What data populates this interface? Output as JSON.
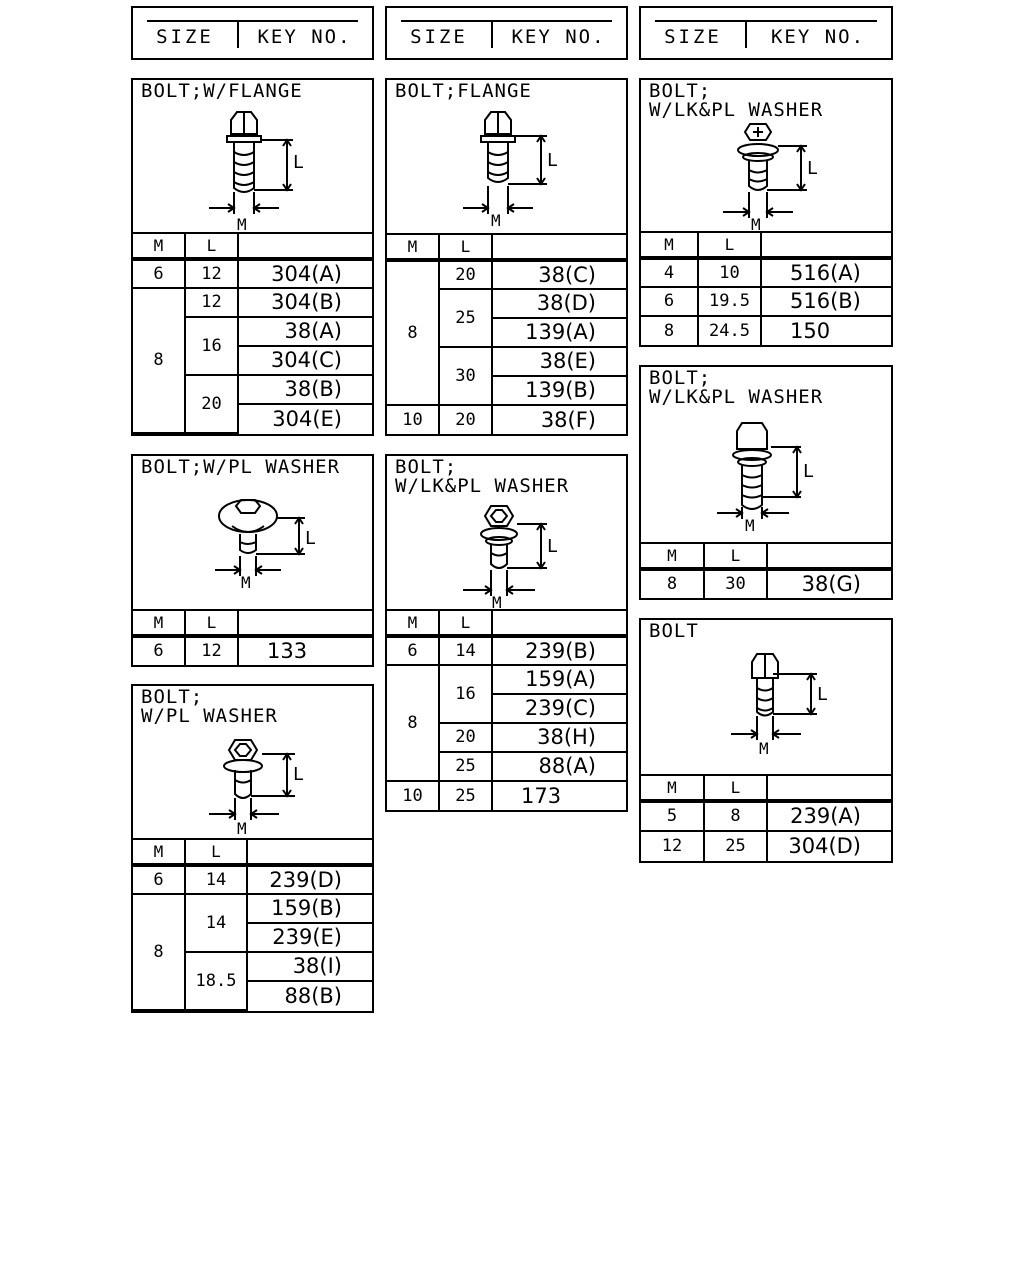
{
  "header": {
    "size_label": "SIZE",
    "key_label": "KEY NO."
  },
  "col_m": "M",
  "col_l": "L",
  "panels": {
    "bolt_w_flange": {
      "title": "BOLT;W/FLANGE",
      "rows": [
        [
          "6",
          "12",
          "304(A)"
        ],
        [
          "8",
          "12",
          "304(B)"
        ],
        [
          "8",
          "16",
          "38(A)"
        ],
        [
          "8",
          "16",
          "304(C)"
        ],
        [
          "8",
          "20",
          "38(B)"
        ],
        [
          "8",
          "20",
          "304(E)"
        ]
      ],
      "cells": {
        "m1": "6",
        "l1": "12",
        "k1": "304(A)",
        "m2": "8",
        "l2": "12",
        "k2": "304(B)",
        "l3": "16",
        "k3": "38(A)",
        "k4": "304(C)",
        "l5": "20",
        "k5": "38(B)",
        "k6": "304(E)"
      }
    },
    "bolt_flange": {
      "title": "BOLT;FLANGE",
      "cells": {
        "m1": "8",
        "l1": "20",
        "k1": "38(C)",
        "l2": "25",
        "k2": "38(D)",
        "k3": "139(A)",
        "l4": "30",
        "k4": "38(E)",
        "k5": "139(B)",
        "m6": "10",
        "l6": "20",
        "k6": "38(F)"
      }
    },
    "bolt_lk_pl_washer_1": {
      "title": "BOLT;\nW/LK&PL WASHER",
      "cells": {
        "m1": "4",
        "l1": "10",
        "k1": "516(A)",
        "m2": "6",
        "l2": "19.5",
        "k2": "516(B)",
        "m3": "8",
        "l3": "24.5",
        "k3": "150"
      }
    },
    "bolt_w_pl_washer": {
      "title": "BOLT;W/PL WASHER",
      "cells": {
        "m1": "6",
        "l1": "12",
        "k1": "133"
      }
    },
    "bolt_lk_pl_washer_2": {
      "title": "BOLT;\nW/LK&PL WASHER",
      "cells": {
        "m1": "6",
        "l1": "14",
        "k1": "239(B)",
        "m2": "8",
        "l2": "16",
        "k2": "159(A)",
        "k3": "239(C)",
        "l4": "20",
        "k4": "38(H)",
        "l5": "25",
        "k5": "88(A)",
        "m6": "10",
        "l6": "25",
        "k6": "173"
      }
    },
    "bolt_lk_pl_washer_3": {
      "title": "BOLT;\nW/LK&PL WASHER",
      "cells": {
        "m1": "8",
        "l1": "30",
        "k1": "38(G)"
      }
    },
    "bolt_pl_washer": {
      "title": "BOLT;\nW/PL WASHER",
      "cells": {
        "m1": "6",
        "l1": "14",
        "k1": "239(D)",
        "m2": "8",
        "l2": "14",
        "k2": "159(B)",
        "k3": "239(E)",
        "l4": "18.5",
        "k4": "38(I)",
        "k5": "88(B)"
      }
    },
    "bolt": {
      "title": "BOLT",
      "cells": {
        "m1": "5",
        "l1": "8",
        "k1": "239(A)",
        "m2": "12",
        "l2": "25",
        "k2": "304(D)"
      }
    }
  },
  "dim_labels": {
    "length": "L",
    "diameter": "M"
  }
}
